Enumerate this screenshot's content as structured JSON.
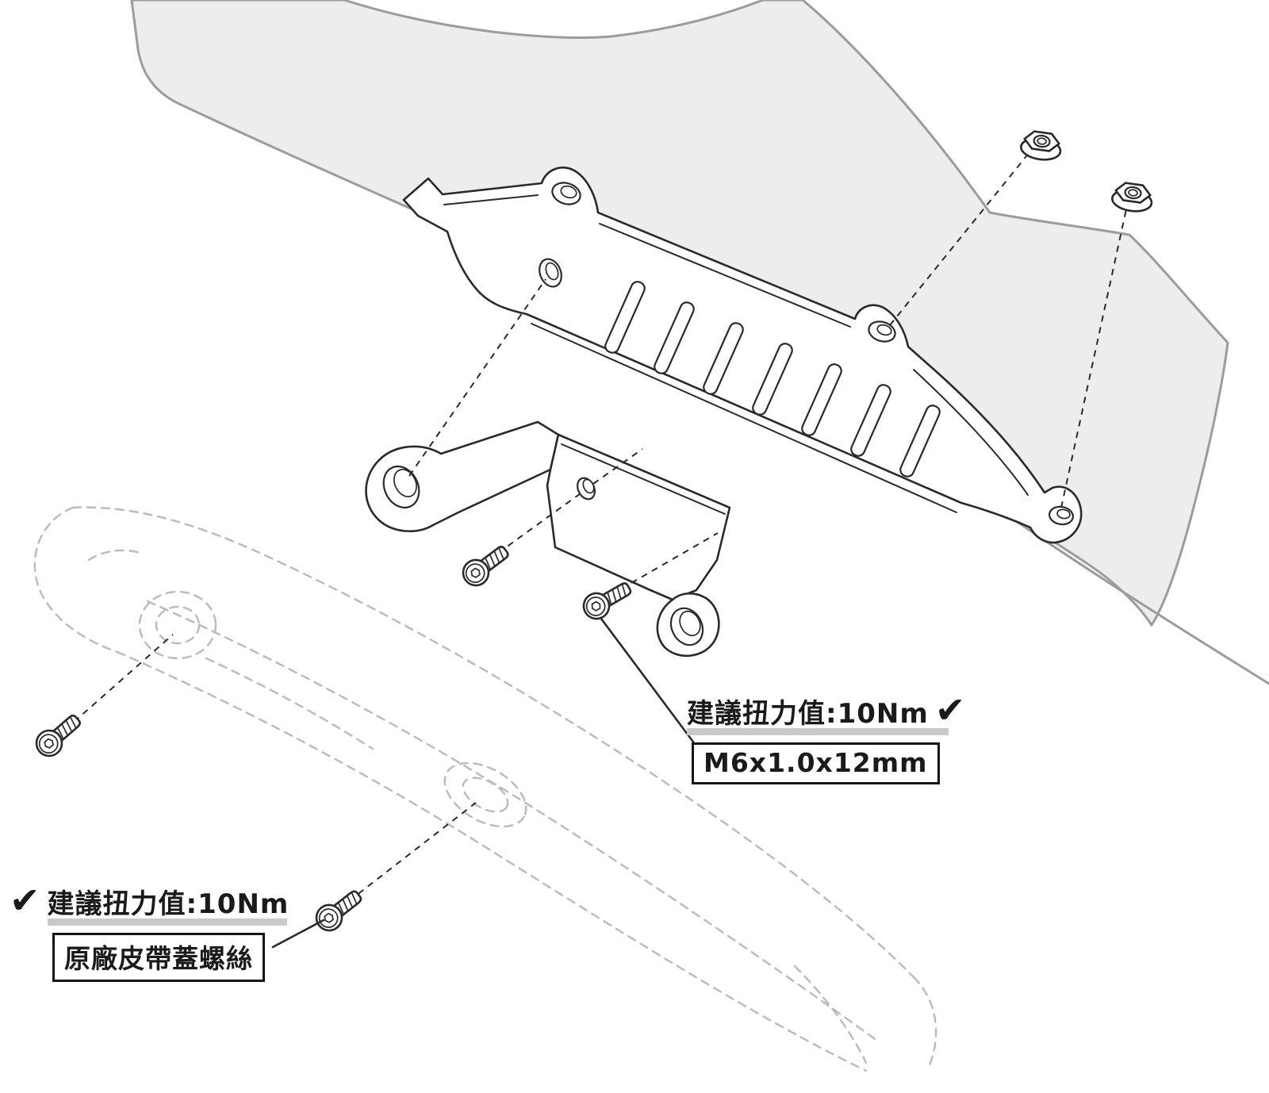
{
  "annotations": {
    "torque_note_right": {
      "label": "建議扭力值:10Nm",
      "check_icon": "✔",
      "part_box": "M6x1.0x12mm"
    },
    "torque_note_left": {
      "label": "建議扭力值:10Nm",
      "check_icon": "✔",
      "part_box": "原廠皮帶蓋螺絲"
    }
  },
  "colors": {
    "line": "#2a2a2a",
    "panel_fill": "#ededed",
    "panel_stroke": "#9c9c9c",
    "phantom_line": "#bcbcbc",
    "underline": "#c9c9c9",
    "text": "#1a1a1a"
  }
}
